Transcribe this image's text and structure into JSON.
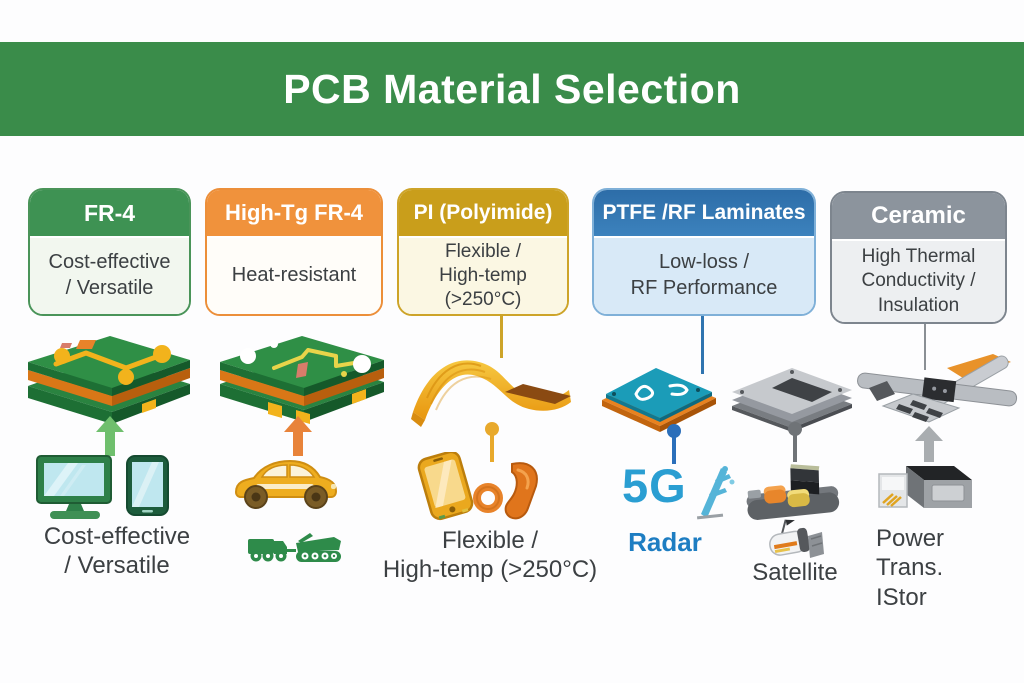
{
  "header": {
    "title": "PCB Material Selection"
  },
  "colors": {
    "banner_green": "#3a8c4a",
    "fr4_green": "#3e9253",
    "high_tg_orange": "#f0923c",
    "pi_gold": "#c99e1b",
    "ptfe_blue": "#3176b3",
    "ceramic_gray": "#8c949d",
    "text_dark": "#3c4043",
    "radar_blue": "#1d7dc2",
    "fiveg_blue": "#2a9ed2",
    "arrow_green": "#6fbf6d",
    "arrow_orange": "#e8833a",
    "arrow_gray": "#a9adb0",
    "pin_gold": "#e8a92c",
    "pin_blue": "#2b6fba",
    "pin_gray": "#6f7377"
  },
  "cards": [
    {
      "id": "fr4",
      "title": "FR-4",
      "lines": [
        "Cost-effective",
        "/ Versatile"
      ]
    },
    {
      "id": "high-tg-fr4",
      "title": "High-Tg FR-4",
      "lines": [
        "Heat-resistant"
      ]
    },
    {
      "id": "pi",
      "title": "PI (Polyimide)",
      "lines": [
        "Flexible /",
        "High-temp (>250°C)"
      ]
    },
    {
      "id": "ptfe",
      "title": "PTFE /RF Laminates",
      "lines": [
        "Low-loss /",
        "RF Performance"
      ]
    },
    {
      "id": "ceramic",
      "title": "Ceramic",
      "lines": [
        "High Thermal",
        "Conductivity /",
        "Insulation"
      ]
    }
  ],
  "illustrations": {
    "fr4": "rigid-pcb-stack",
    "high_tg": "rigid-pcb-stack-variant",
    "pi": "flexible-pcb-ribbon",
    "ptfe": "teal-rf-laminate-board",
    "satellite": "gray-pcb-stack",
    "ceramic": "ceramic-component-assembly"
  },
  "applications": {
    "fr4": {
      "caption": [
        "Cost-effective",
        "/ Versatile"
      ],
      "icons": [
        "desktop-computer",
        "tablet"
      ]
    },
    "high_tg": {
      "caption": [],
      "icons": [
        "car",
        "military-vehicles"
      ]
    },
    "pi": {
      "caption": [
        "Flexible /",
        "High-temp (>250°C)"
      ],
      "icons": [
        "smartphone",
        "wearable-band"
      ]
    },
    "ptfe": {
      "big_label": "5G",
      "caption": [
        "Radar"
      ],
      "icons": [
        "antenna"
      ]
    },
    "satellite": {
      "caption": [
        "Satellite"
      ],
      "icons": [
        "electronics-tray",
        "satellite-device"
      ]
    },
    "ceramic": {
      "caption": [
        "Power Trans.",
        "IStor"
      ],
      "icons": [
        "power-module"
      ]
    }
  }
}
